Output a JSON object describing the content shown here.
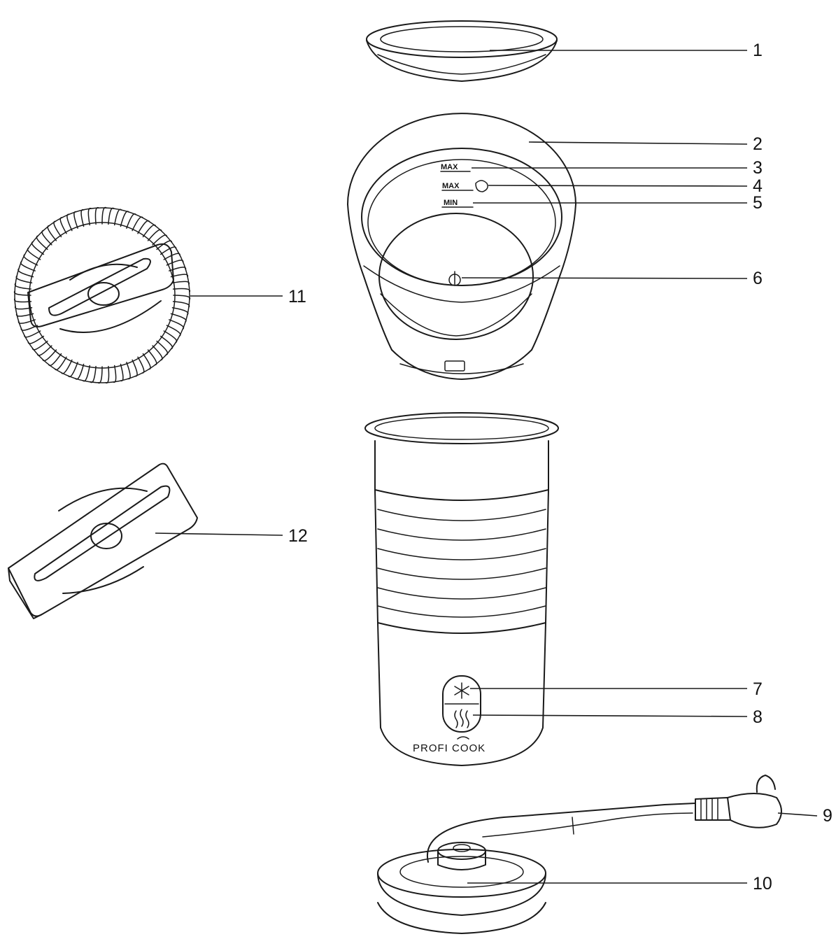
{
  "diagram": {
    "markings": {
      "max_milk": "MAX",
      "max_foam": "MAX",
      "min": "MIN",
      "brand": "PROFI COOK"
    },
    "callouts": [
      {
        "number": "1"
      },
      {
        "number": "2"
      },
      {
        "number": "3"
      },
      {
        "number": "4"
      },
      {
        "number": "5"
      },
      {
        "number": "6"
      },
      {
        "number": "7"
      },
      {
        "number": "8"
      },
      {
        "number": "9"
      },
      {
        "number": "10"
      },
      {
        "number": "11"
      },
      {
        "number": "12"
      }
    ],
    "icons": {
      "cold_froth_button": "snowflake-icon",
      "hot_froth_button": "steam-icon"
    }
  }
}
